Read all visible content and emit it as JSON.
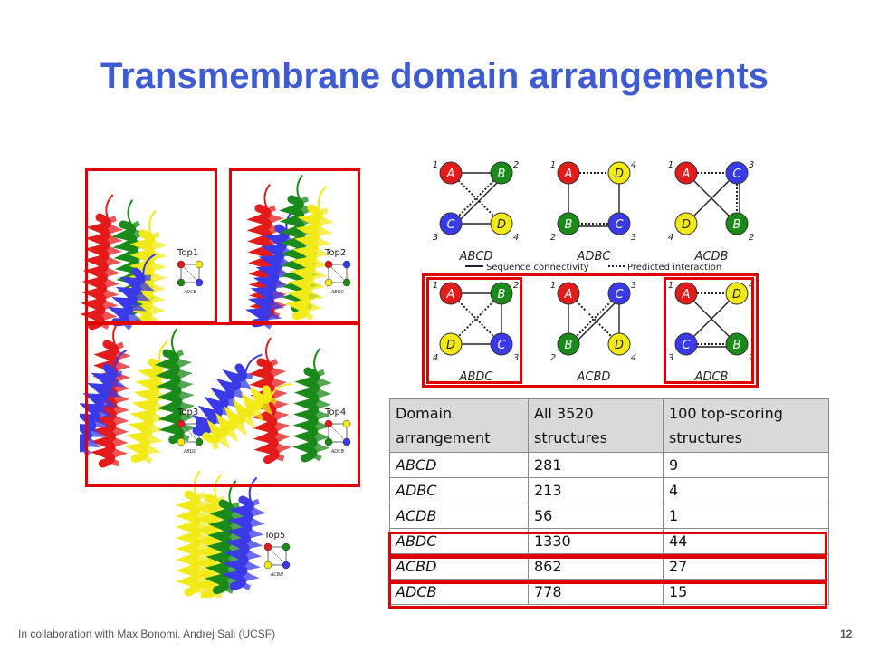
{
  "title": "Transmembrane domain arrangements",
  "footer": {
    "credit": "In collaboration with Max Bonomi, Andrej Sali (UCSF)",
    "page_number": "12"
  },
  "colors": {
    "A": "#e41b1b",
    "B": "#1a8a1a",
    "C": "#3a3ae8",
    "D": "#f2ea18",
    "title": "#3f5bd1",
    "highlight": "#e00000"
  },
  "legend": {
    "sequence": "Sequence connectivity",
    "predicted": "Predicted interaction"
  },
  "diagrams": [
    {
      "name": "ABCD",
      "nodes": [
        [
          "A",
          "1"
        ],
        [
          "B",
          "2"
        ],
        [
          "C",
          "3"
        ],
        [
          "D",
          "4"
        ]
      ],
      "seq": [
        [
          0,
          1
        ],
        [
          1,
          2
        ],
        [
          2,
          3
        ]
      ],
      "pred": [
        [
          0,
          3
        ],
        [
          1,
          2
        ]
      ]
    },
    {
      "name": "ADBC",
      "nodes": [
        [
          "A",
          "1"
        ],
        [
          "D",
          "4"
        ],
        [
          "B",
          "2"
        ],
        [
          "C",
          "3"
        ]
      ],
      "seq": [
        [
          0,
          2
        ],
        [
          2,
          3
        ],
        [
          3,
          1
        ]
      ],
      "pred": [
        [
          0,
          1
        ],
        [
          3,
          2
        ]
      ]
    },
    {
      "name": "ACDB",
      "nodes": [
        [
          "A",
          "1"
        ],
        [
          "C",
          "3"
        ],
        [
          "D",
          "4"
        ],
        [
          "B",
          "2"
        ]
      ],
      "seq": [
        [
          0,
          3
        ],
        [
          3,
          1
        ],
        [
          1,
          2
        ]
      ],
      "pred": [
        [
          0,
          1
        ],
        [
          1,
          3
        ]
      ]
    },
    {
      "name": "ABDC",
      "nodes": [
        [
          "A",
          "1"
        ],
        [
          "B",
          "2"
        ],
        [
          "D",
          "4"
        ],
        [
          "C",
          "3"
        ]
      ],
      "seq": [
        [
          0,
          1
        ],
        [
          1,
          3
        ],
        [
          3,
          2
        ]
      ],
      "pred": [
        [
          0,
          3
        ],
        [
          1,
          2
        ]
      ]
    },
    {
      "name": "ACBD",
      "nodes": [
        [
          "A",
          "1"
        ],
        [
          "C",
          "3"
        ],
        [
          "B",
          "2"
        ],
        [
          "D",
          "4"
        ]
      ],
      "seq": [
        [
          0,
          2
        ],
        [
          2,
          1
        ],
        [
          1,
          3
        ]
      ],
      "pred": [
        [
          0,
          3
        ],
        [
          1,
          2
        ]
      ]
    },
    {
      "name": "ADCB",
      "nodes": [
        [
          "A",
          "1"
        ],
        [
          "D",
          "4"
        ],
        [
          "C",
          "3"
        ],
        [
          "B",
          "2"
        ]
      ],
      "seq": [
        [
          0,
          3
        ],
        [
          3,
          2
        ],
        [
          2,
          1
        ]
      ],
      "pred": [
        [
          0,
          1
        ],
        [
          2,
          3
        ]
      ]
    }
  ],
  "structures": [
    {
      "label": "Top1",
      "mini": [
        [
          "A",
          "D"
        ],
        [
          "B",
          "C"
        ]
      ],
      "mini_name": "ADCB"
    },
    {
      "label": "Top2",
      "mini": [
        [
          "A",
          "C"
        ],
        [
          "D",
          "B"
        ]
      ],
      "mini_name": "ABDC"
    },
    {
      "label": "Top3",
      "mini": [
        [
          "A",
          "C"
        ],
        [
          "D",
          "B"
        ]
      ],
      "mini_name": "ABDC"
    },
    {
      "label": "Top4",
      "mini": [
        [
          "A",
          "D"
        ],
        [
          "B",
          "C"
        ]
      ],
      "mini_name": "ADCB"
    },
    {
      "label": "Top5",
      "mini": [
        [
          "A",
          "B"
        ],
        [
          "D",
          "C"
        ]
      ],
      "mini_name": "ACBD"
    }
  ],
  "table": {
    "headers": [
      "Domain arrangement",
      "All 3520 structures",
      "100 top-scoring structures"
    ],
    "rows": [
      [
        "ABCD",
        "281",
        "9"
      ],
      [
        "ADBC",
        "213",
        "4"
      ],
      [
        "ACDB",
        "56",
        "1"
      ],
      [
        "ABDC",
        "1330",
        "44"
      ],
      [
        "ACBD",
        "862",
        "27"
      ],
      [
        "ADCB",
        "778",
        "15"
      ]
    ]
  }
}
